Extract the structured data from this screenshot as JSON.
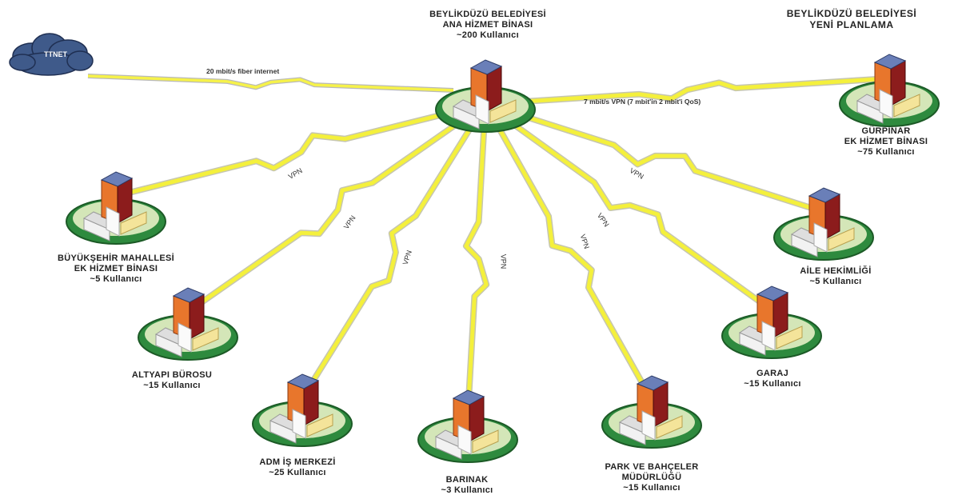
{
  "title_right": {
    "line1": "BEYLİKDÜZÜ BELEDİYESİ",
    "line2": "YENİ PLANLAMA"
  },
  "cloud": {
    "label": "TTNET"
  },
  "links": {
    "internet": "20 mbit/s fiber internet",
    "gurpinar": "7 mbit/s VPN (7 mbit'in 2 mbit'i QoS)"
  },
  "vpn_label": "VPN",
  "hub": {
    "line1": "BEYLİKDÜZÜ BELEDİYESİ",
    "line2": "ANA HİZMET BİNASI",
    "line3": "~200 Kullanıcı"
  },
  "sites": [
    {
      "line1": "GÜRPINAR",
      "line2": "EK HİZMET BİNASI",
      "line3": "~75 Kullanıcı"
    },
    {
      "line1": "BÜYÜKŞEHİR MAHALLESİ",
      "line2": "EK HİZMET BİNASI",
      "line3": "~5 Kullanıcı"
    },
    {
      "line1": "ALTYAPI BÜROSU",
      "line2": "~15 Kullanıcı"
    },
    {
      "line1": "ADM İŞ MERKEZİ",
      "line2": "~25 Kullanıcı"
    },
    {
      "line1": "BARINAK",
      "line2": "~3 Kullanıcı"
    },
    {
      "line1": "PARK VE BAHÇELER",
      "line2": "MÜDÜRLÜĞÜ",
      "line3": "~15 Kullanıcı"
    },
    {
      "line1": "GARAJ",
      "line2": "~15 Kullanıcı"
    },
    {
      "line1": "AİLE HEKİMLİĞİ",
      "line2": "~5 Kullanıcı"
    }
  ]
}
